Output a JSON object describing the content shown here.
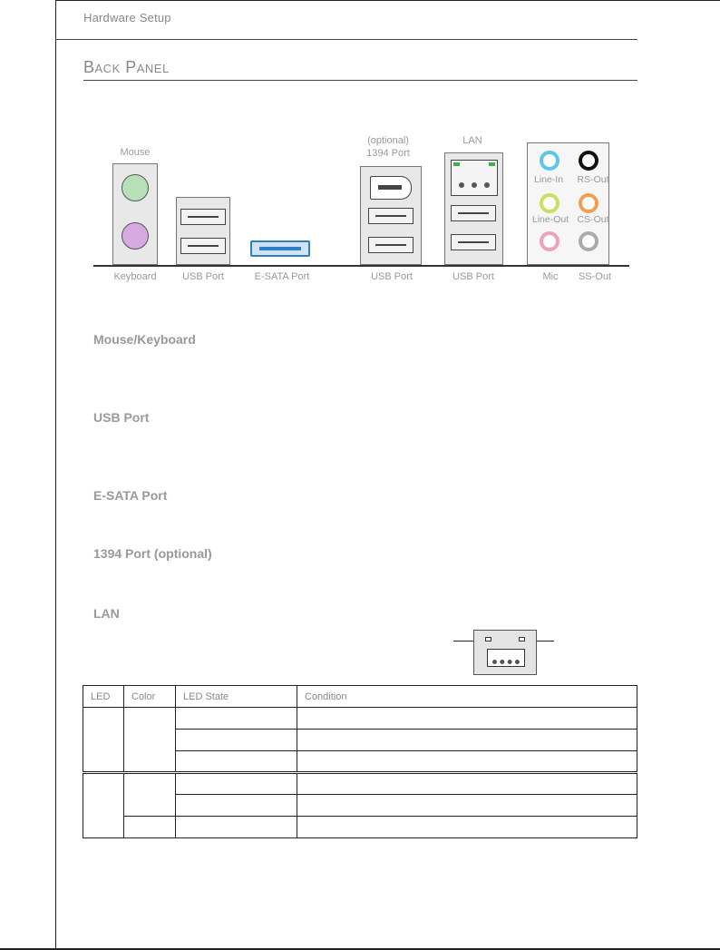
{
  "header": {
    "running_title": "Hardware Setup"
  },
  "section": {
    "title": "Back Panel"
  },
  "back_panel": {
    "labels": {
      "mouse": "Mouse",
      "keyboard": "Keyboard",
      "usb_port_1": "USB Port",
      "esata_port": "E-SATA Port",
      "optional": "(optional)",
      "port_1394": "1394 Port",
      "usb_port_2": "USB Port",
      "lan": "LAN",
      "usb_port_3": "USB Port",
      "line_in": "Line-In",
      "rs_out": "RS-Out",
      "line_out": "Line-Out",
      "cs_out": "CS-Out",
      "mic": "Mic",
      "ss_out": "SS-Out"
    },
    "colors": {
      "mouse": "#b8e0b8",
      "keyboard": "#d8a8e0",
      "esata": "#2d7fc6",
      "line_in": "#5cc8e8",
      "rs_out": "#111111",
      "line_out": "#c8e060",
      "cs_out": "#f0a050",
      "mic": "#f0a0b8",
      "ss_out": "#aaaaaa",
      "lan_led": "#3cb04a"
    }
  },
  "descriptions": [
    {
      "heading": "Mouse/Keyboard"
    },
    {
      "heading": "USB Port"
    },
    {
      "heading": "E-SATA Port"
    },
    {
      "heading": "1394 Port (optional)"
    },
    {
      "heading": "LAN"
    }
  ],
  "led_table": {
    "headers": [
      "LED",
      "Color",
      "LED State",
      "Condition"
    ]
  }
}
